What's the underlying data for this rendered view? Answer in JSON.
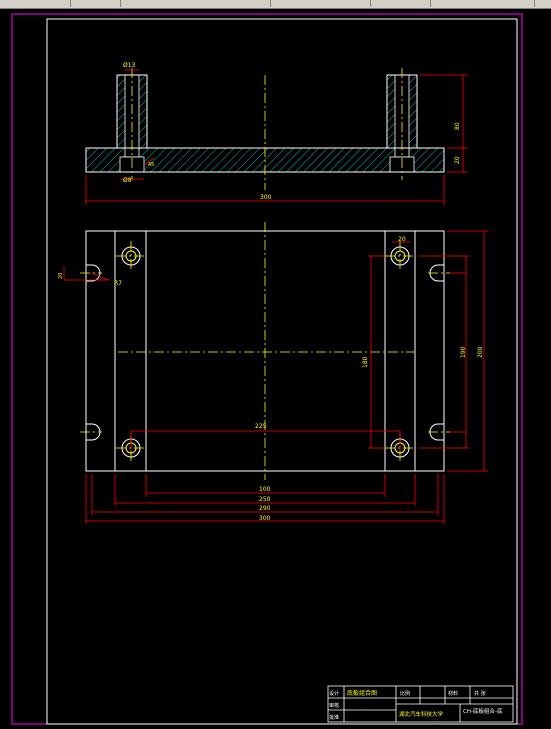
{
  "colors": {
    "background": "#000000",
    "frame": "#ffffff",
    "border": "#ff00ff",
    "outline": "#ffffff",
    "centerline": "#ffff00",
    "dimension": "#ff0000",
    "hatch": "#00ffff",
    "text_yellow": "#ffff00",
    "text_cyan": "#00ffff"
  },
  "dims": {
    "top_dia": "Ø13",
    "bottom_dia": "Ø8",
    "height_80": "80",
    "height_20": "20",
    "width_300_top": "300",
    "angle_45": "45",
    "r7": "R7",
    "r_right": "20",
    "v180": "180",
    "v190": "190",
    "v200": "200",
    "h225": "225",
    "h100": "100",
    "h250": "250",
    "h290": "290",
    "h300": "300"
  },
  "title_block": {
    "drawing_name": "底板组合图",
    "designer": "设计",
    "checker": "审核",
    "approver": "批准",
    "scale_label": "比例",
    "material_label": "材料",
    "sheet_label": "共 张",
    "school": "湖北汽车科技大学",
    "drawing_no": "CH-底板组合-底"
  }
}
